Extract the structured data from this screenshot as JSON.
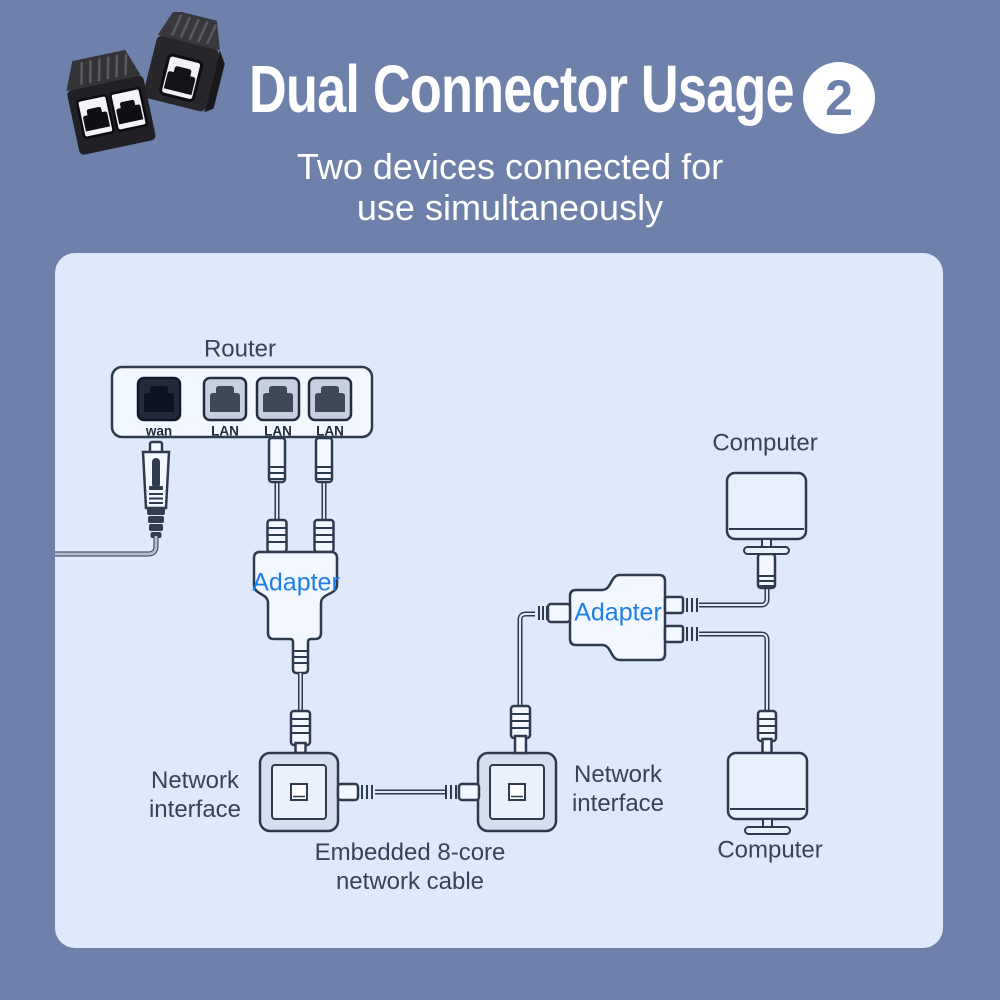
{
  "header": {
    "title": "Dual Connector Usage",
    "badge": "2",
    "subtitle_line1": "Two devices connected for",
    "subtitle_line2": "use simultaneously"
  },
  "diagram": {
    "router_label": "Router",
    "port_wan": "wan",
    "port_lan": "LAN",
    "adapter_left": "Adapter",
    "adapter_right": "Adapter",
    "network_interface": {
      "line1": "Network",
      "line2": "interface"
    },
    "cable_note": {
      "line1": "Embedded 8-core",
      "line2": "network cable"
    },
    "computer_top": "Computer",
    "computer_bottom": "Computer"
  },
  "icons": {
    "product_image": "dual-rj45-splitter-photo",
    "router": "router-box",
    "port": "rj45-port",
    "plug": "rj45-plug",
    "adapter": "rj45-splitter-outline",
    "wall_plate": "network-wall-plate",
    "computer": "desktop-monitor"
  },
  "colors": {
    "background": "#6e81aa",
    "card": "#dfe9fb",
    "outline": "#2e3a4e",
    "label_text": "#3a4353",
    "adapter_text": "#1f7fe8",
    "title_text": "#ffffff"
  }
}
